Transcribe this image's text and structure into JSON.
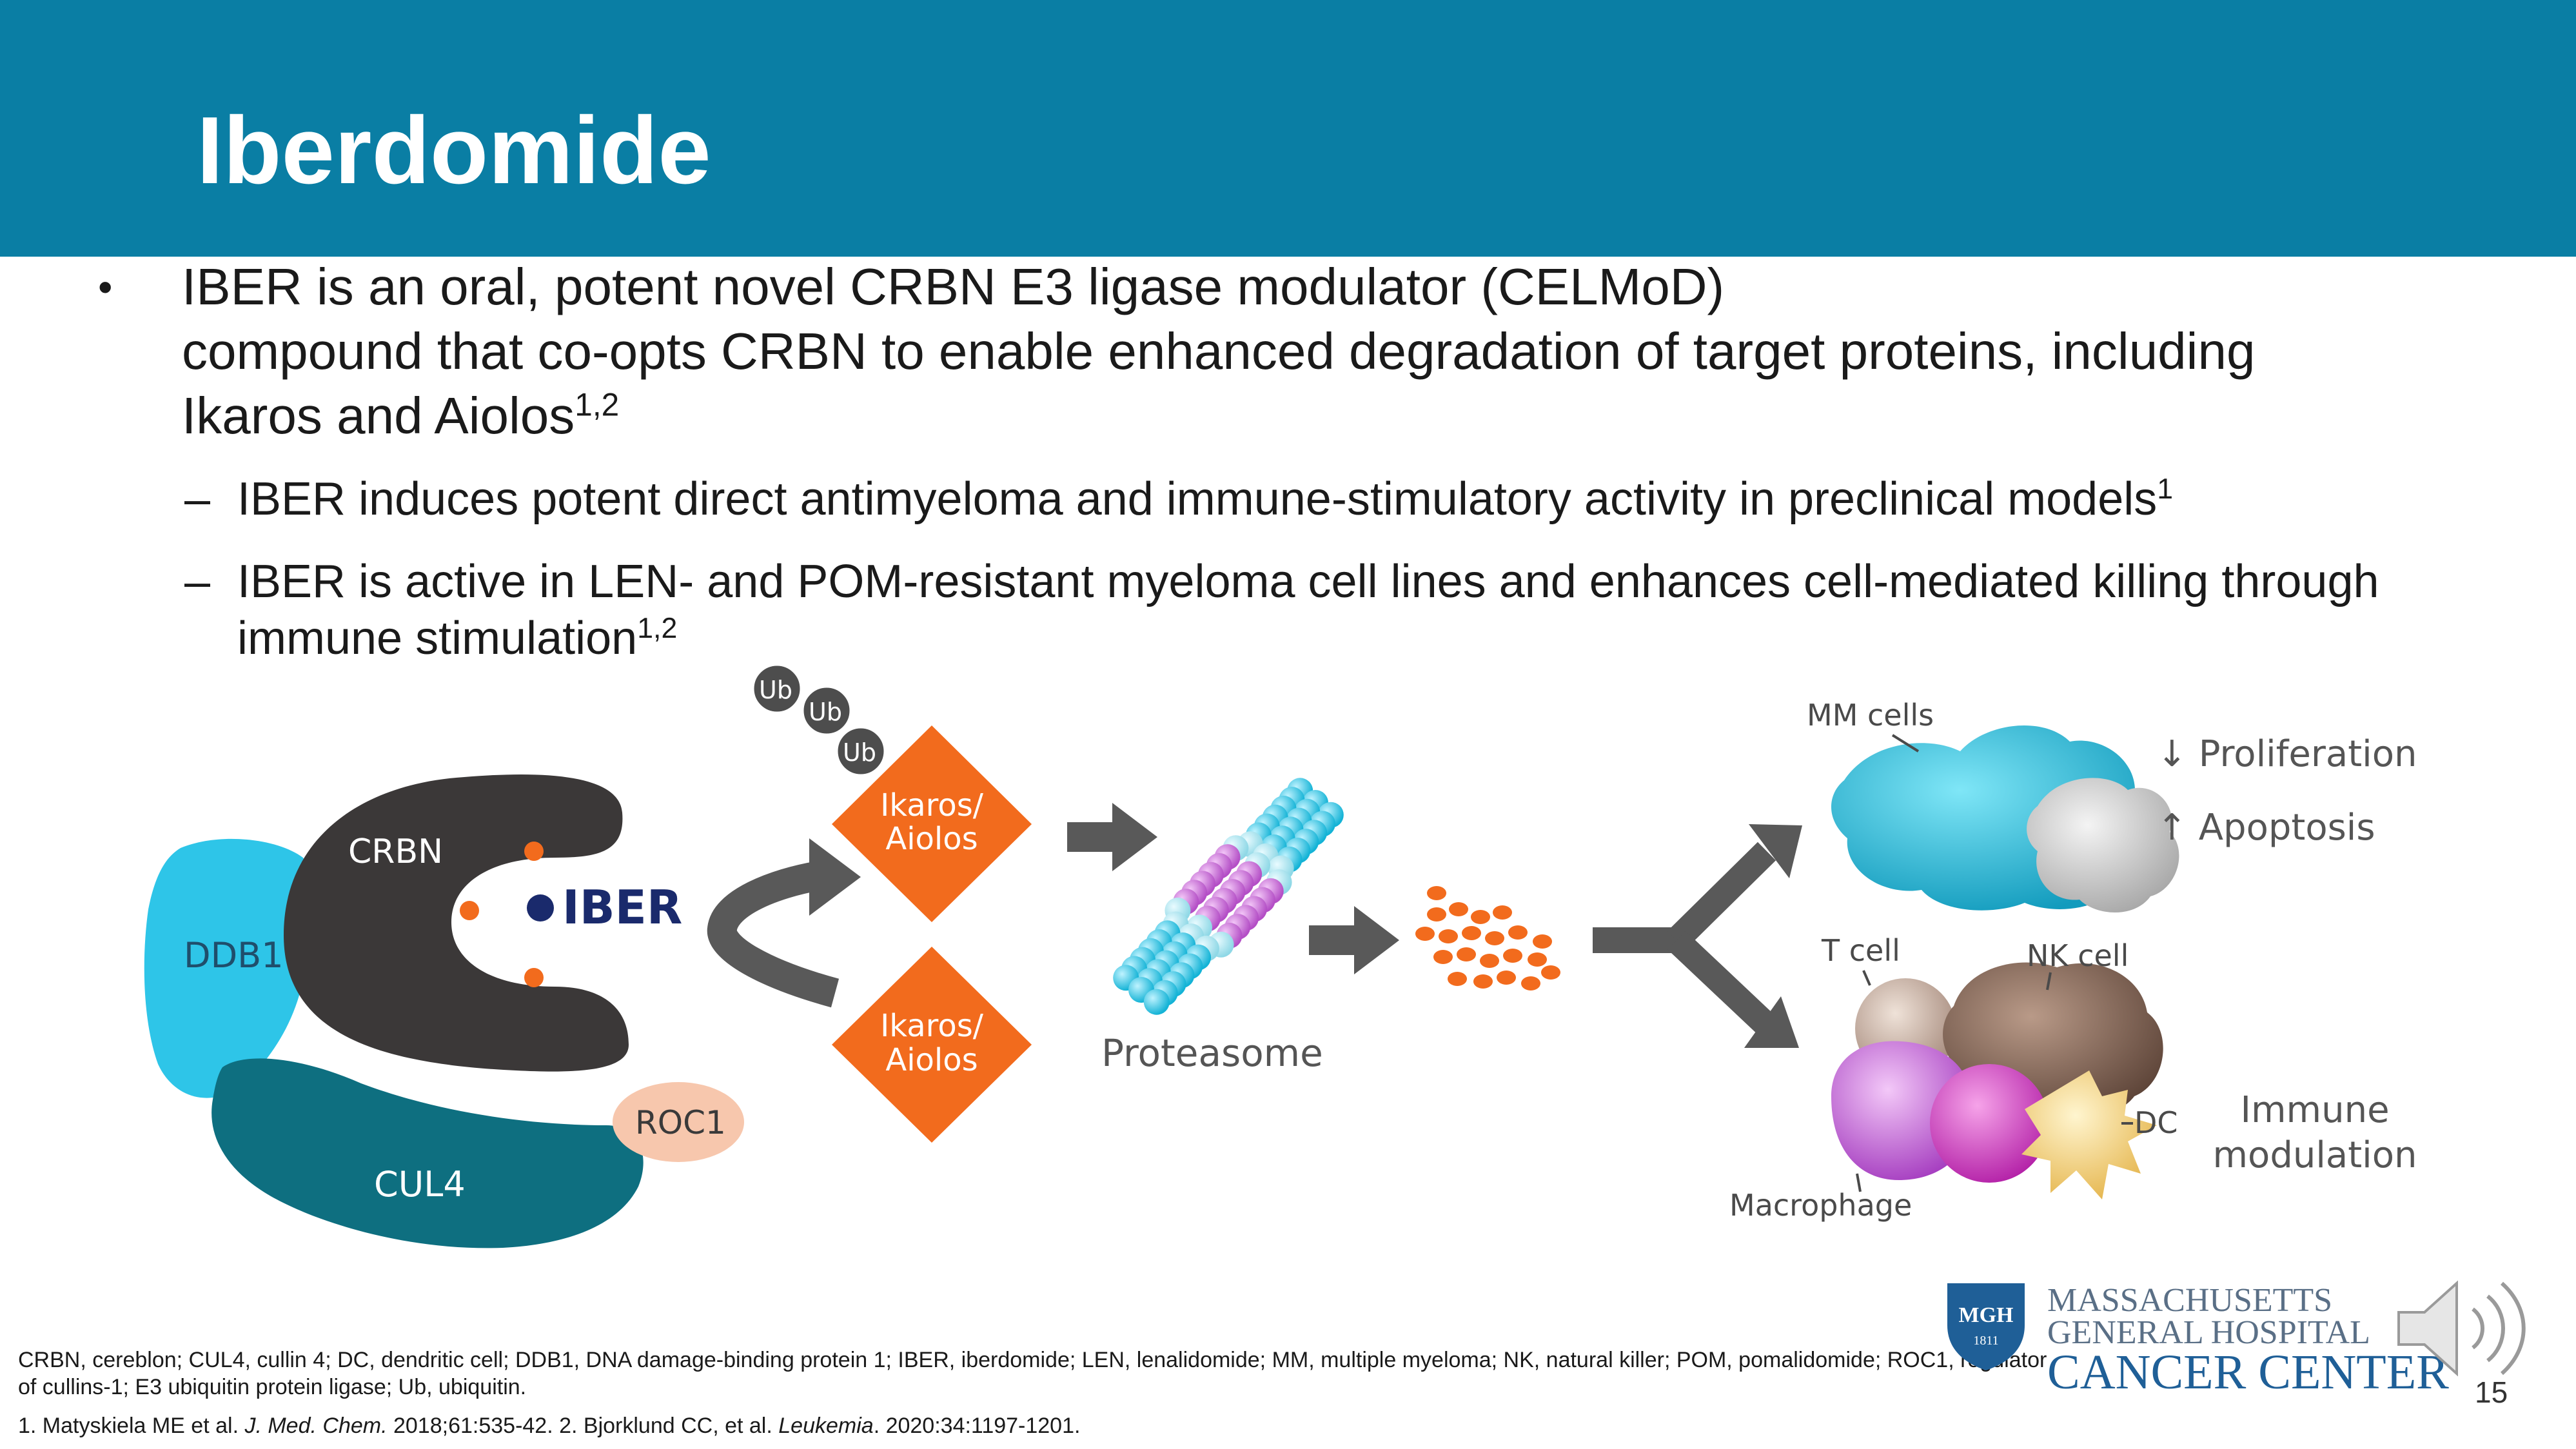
{
  "slide": {
    "title": "Iberdomide",
    "page_number": "15"
  },
  "bullets": {
    "main_line1": "IBER is an oral, potent novel CRBN E3 ligase modulator (CELMoD)",
    "main_line2": "compound that co-opts CRBN to enable enhanced degradation of target proteins, including",
    "main_line3": "Ikaros and Aiolos",
    "main_sup": "1,2",
    "sub1_text": "IBER induces potent direct antimyeloma and immune-stimulatory activity in preclinical models",
    "sub1_sup": "1",
    "sub2_line1": "IBER is active in LEN- and POM-resistant myeloma cell lines and enhances cell-mediated killing through",
    "sub2_line2": "immune stimulation",
    "sub2_sup": "1,2",
    "bullet_glyph": "•",
    "dash_glyph": "–"
  },
  "figure": {
    "ddb1": "DDB1",
    "crbn": "CRBN",
    "cul4": "CUL4",
    "roc1": "ROC1",
    "iber": "IBER",
    "ub1": "Ub",
    "ub2": "Ub",
    "ub3": "Ub",
    "ikaros_top_l1": "Ikaros/",
    "ikaros_top_l2": "Aiolos",
    "ikaros_bot_l1": "Ikaros/",
    "ikaros_bot_l2": "Aiolos",
    "proteasome": "Proteasome",
    "mm_cells": "MM cells",
    "proliferation": "↓ Proliferation",
    "apoptosis": "↑ Apoptosis",
    "t_cell": "T cell",
    "nk_cell": "NK cell",
    "dc": "DC",
    "macrophage": "Macrophage",
    "immune_l1": "Immune",
    "immune_l2": "modulation"
  },
  "footnotes": {
    "abbrev_line1": "CRBN, cereblon; CUL4, cullin 4; DC, dendritic cell; DDB1, DNA damage-binding protein 1; IBER, iberdomide; LEN, lenalidomide; MM, multiple myeloma; NK, natural killer; POM, pomalidomide; ROC1, regulator",
    "abbrev_line2": "of cullins-1; E3 ubiquitin protein ligase; Ub, ubiquitin.",
    "ref_pre": "1. Matyskiela ME et al. ",
    "ref_j1": "J. Med. Chem.",
    "ref_mid": " 2018;61:535-42. 2. Bjorklund CC, et al. ",
    "ref_j2": "Leukemia",
    "ref_post": ". 2020:34:1197-1201."
  },
  "logo": {
    "badge": "MGH",
    "badge_year": "1811",
    "line1": "MASSACHUSETTS",
    "line2": "GENERAL HOSPITAL",
    "line3": "CANCER CENTER"
  },
  "colors": {
    "header": "#0a7ea4",
    "orange": "#f26b1d",
    "dark_gray": "#3b3838",
    "teal_dark": "#0e6f80",
    "cyan": "#2ec5e8",
    "peach": "#f7c7ad",
    "iber_blue": "#1a2a6c"
  },
  "icons": [
    "speaker-icon",
    "mgh-shield-icon"
  ]
}
